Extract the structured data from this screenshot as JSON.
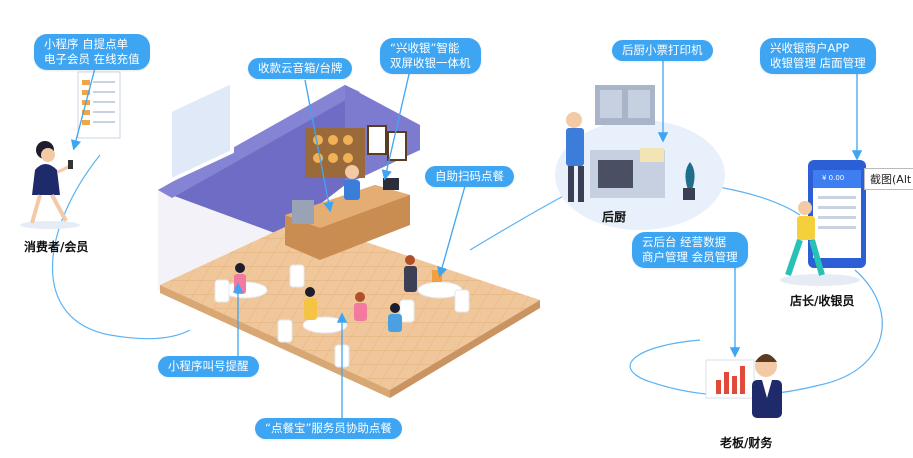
{
  "bubbles": {
    "miniapp": {
      "line1": "小程序 自提点单",
      "line2": "电子会员 在线充值"
    },
    "cloud_speaker": {
      "line1": "收款云音箱/台牌"
    },
    "pos": {
      "line1": "“兴收银”智能",
      "line2": "双屏收银一体机"
    },
    "kitchen_printer": {
      "line1": "后厨小票打印机"
    },
    "merchant_app": {
      "line1": "兴收银商户APP",
      "line2": "收银管理 店面管理"
    },
    "self_order": {
      "line1": "自助扫码点餐"
    },
    "cloud_backend": {
      "line1": "云后台 经营数据",
      "line2": "商户管理 会员管理"
    },
    "call_number": {
      "line1": "小程序叫号提醒"
    },
    "waiter": {
      "line1": "“点餐宝”服务员协助点餐"
    }
  },
  "labels": {
    "consumer": "消费者/会员",
    "kitchen": "后厨",
    "manager": "店长/收银员",
    "boss": "老板/财务"
  },
  "tooltip": "截图(Alt",
  "phone_screen": {
    "amount": "¥ 0.00"
  },
  "colors": {
    "bubble": "#3ea5f2",
    "arrow": "#3ea5f2",
    "wall": "#6e6cc4",
    "floor": "#f0c79a"
  }
}
